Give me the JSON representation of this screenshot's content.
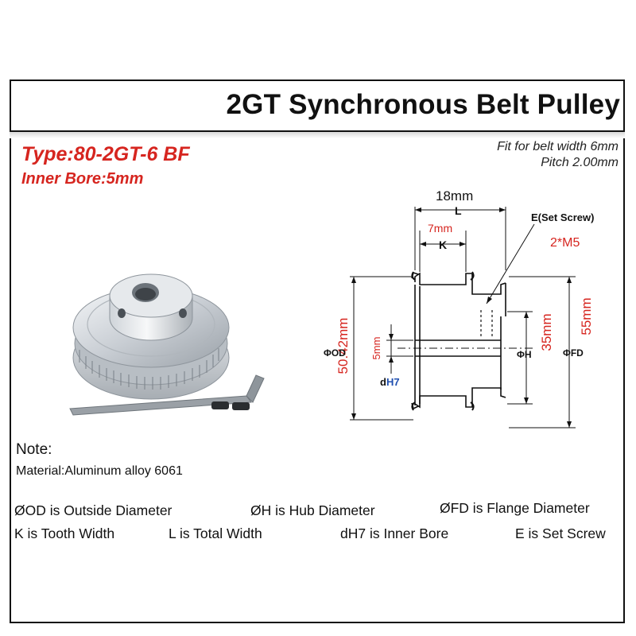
{
  "title": "2GT Synchronous Belt Pulley",
  "type_label": "Type:80-2GT-6 BF",
  "inner_bore_label": "Inner Bore:5mm",
  "fit_belt_width": "Fit for belt width 6mm",
  "pitch": "Pitch 2.00mm",
  "dimensions": {
    "total_width_value": "18mm",
    "total_width_symbol": "L",
    "tooth_width_value": "7mm",
    "tooth_width_symbol": "K",
    "set_screw_label": "E(Set Screw)",
    "set_screw_value": "2*M5",
    "outside_diameter_value": "50.42mm",
    "outside_diameter_symbol": "ΦOD",
    "inner_bore_value": "5mm",
    "inner_bore_symbol_prefix": "d",
    "inner_bore_symbol_suffix": "H7",
    "hub_diameter_value": "35mm",
    "hub_diameter_symbol": "ΦH",
    "flange_diameter_value": "55mm",
    "flange_diameter_symbol": "ΦFD"
  },
  "note_label": "Note:",
  "material": "Material:Aluminum alloy 6061",
  "legend": [
    "ØOD is Outside Diameter",
    "ØH is Hub Diameter",
    "ØFD is Flange Diameter",
    "K is Tooth Width",
    "L is Total Width",
    "dH7 is Inner Bore",
    "E is Set Screw"
  ],
  "colors": {
    "accent_red": "#d6251f",
    "accent_blue": "#1f4fb0",
    "text": "#111111"
  }
}
